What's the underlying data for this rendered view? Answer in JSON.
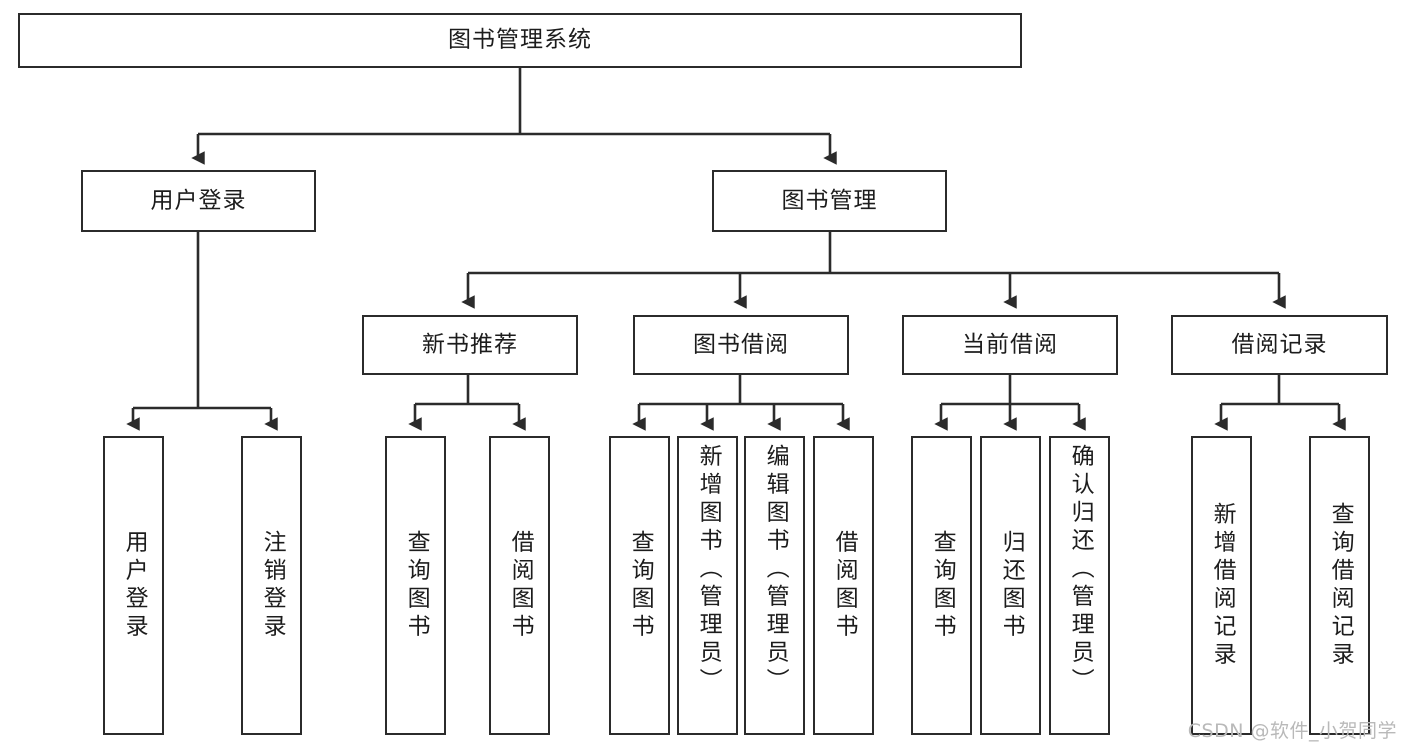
{
  "diagram": {
    "title": "图书管理系统",
    "root": {
      "label": "图书管理系统"
    },
    "level2": [
      {
        "label": "用户登录"
      },
      {
        "label": "图书管理"
      }
    ],
    "level3": [
      {
        "label": "新书推荐"
      },
      {
        "label": "图书借阅"
      },
      {
        "label": "当前借阅"
      },
      {
        "label": "借阅记录"
      }
    ],
    "leaves": [
      {
        "label": "用户登录"
      },
      {
        "label": "注销登录"
      },
      {
        "label": "查询图书"
      },
      {
        "label": "借阅图书"
      },
      {
        "label": "查询图书"
      },
      {
        "label": "新增图书（管理员）"
      },
      {
        "label": "编辑图书（管理员）"
      },
      {
        "label": "借阅图书"
      },
      {
        "label": "查询图书"
      },
      {
        "label": "归还图书"
      },
      {
        "label": "确认归还（管理员）"
      },
      {
        "label": "新增借阅记录"
      },
      {
        "label": "查询借阅记录"
      }
    ]
  },
  "watermark": {
    "text": "CSDN @软件_小贺同学"
  },
  "colors": {
    "border": "#2b2b2b",
    "background": "#ffffff",
    "text": "#1c1c1c",
    "watermark": "#b9b9b9"
  }
}
